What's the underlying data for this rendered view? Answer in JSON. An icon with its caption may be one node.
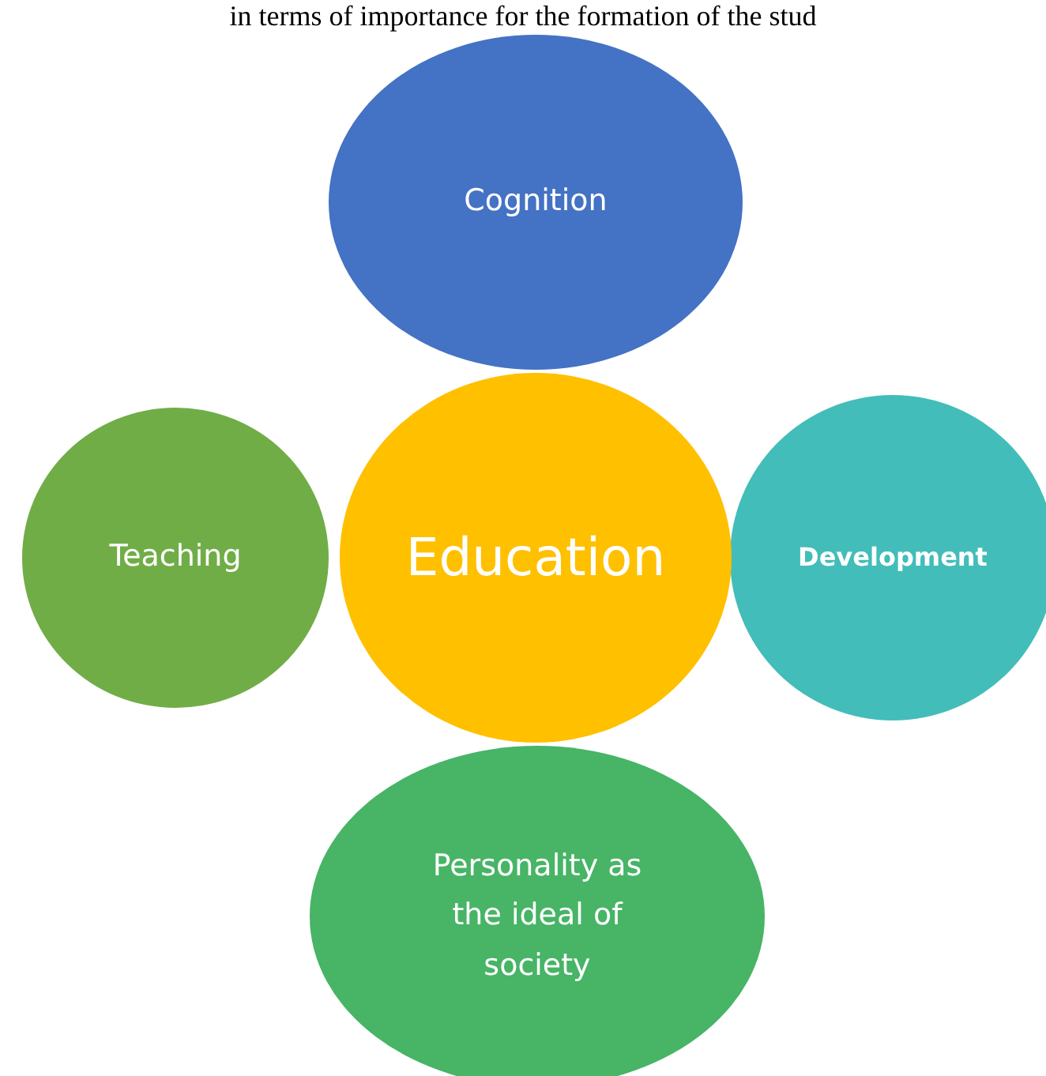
{
  "diagram": {
    "nodes": [
      {
        "text": [
          "Cognition"
        ]
      },
      {
        "text": [
          "Teaching"
        ]
      },
      {
        "text": [
          "Education"
        ]
      },
      {
        "text": [
          "Development"
        ]
      },
      {
        "text": [
          "Personality as the ideal of society"
        ]
      }
    ],
    "edges": [],
    "labels": [
      "in terms of importance for the formation of the stud"
    ]
  }
}
